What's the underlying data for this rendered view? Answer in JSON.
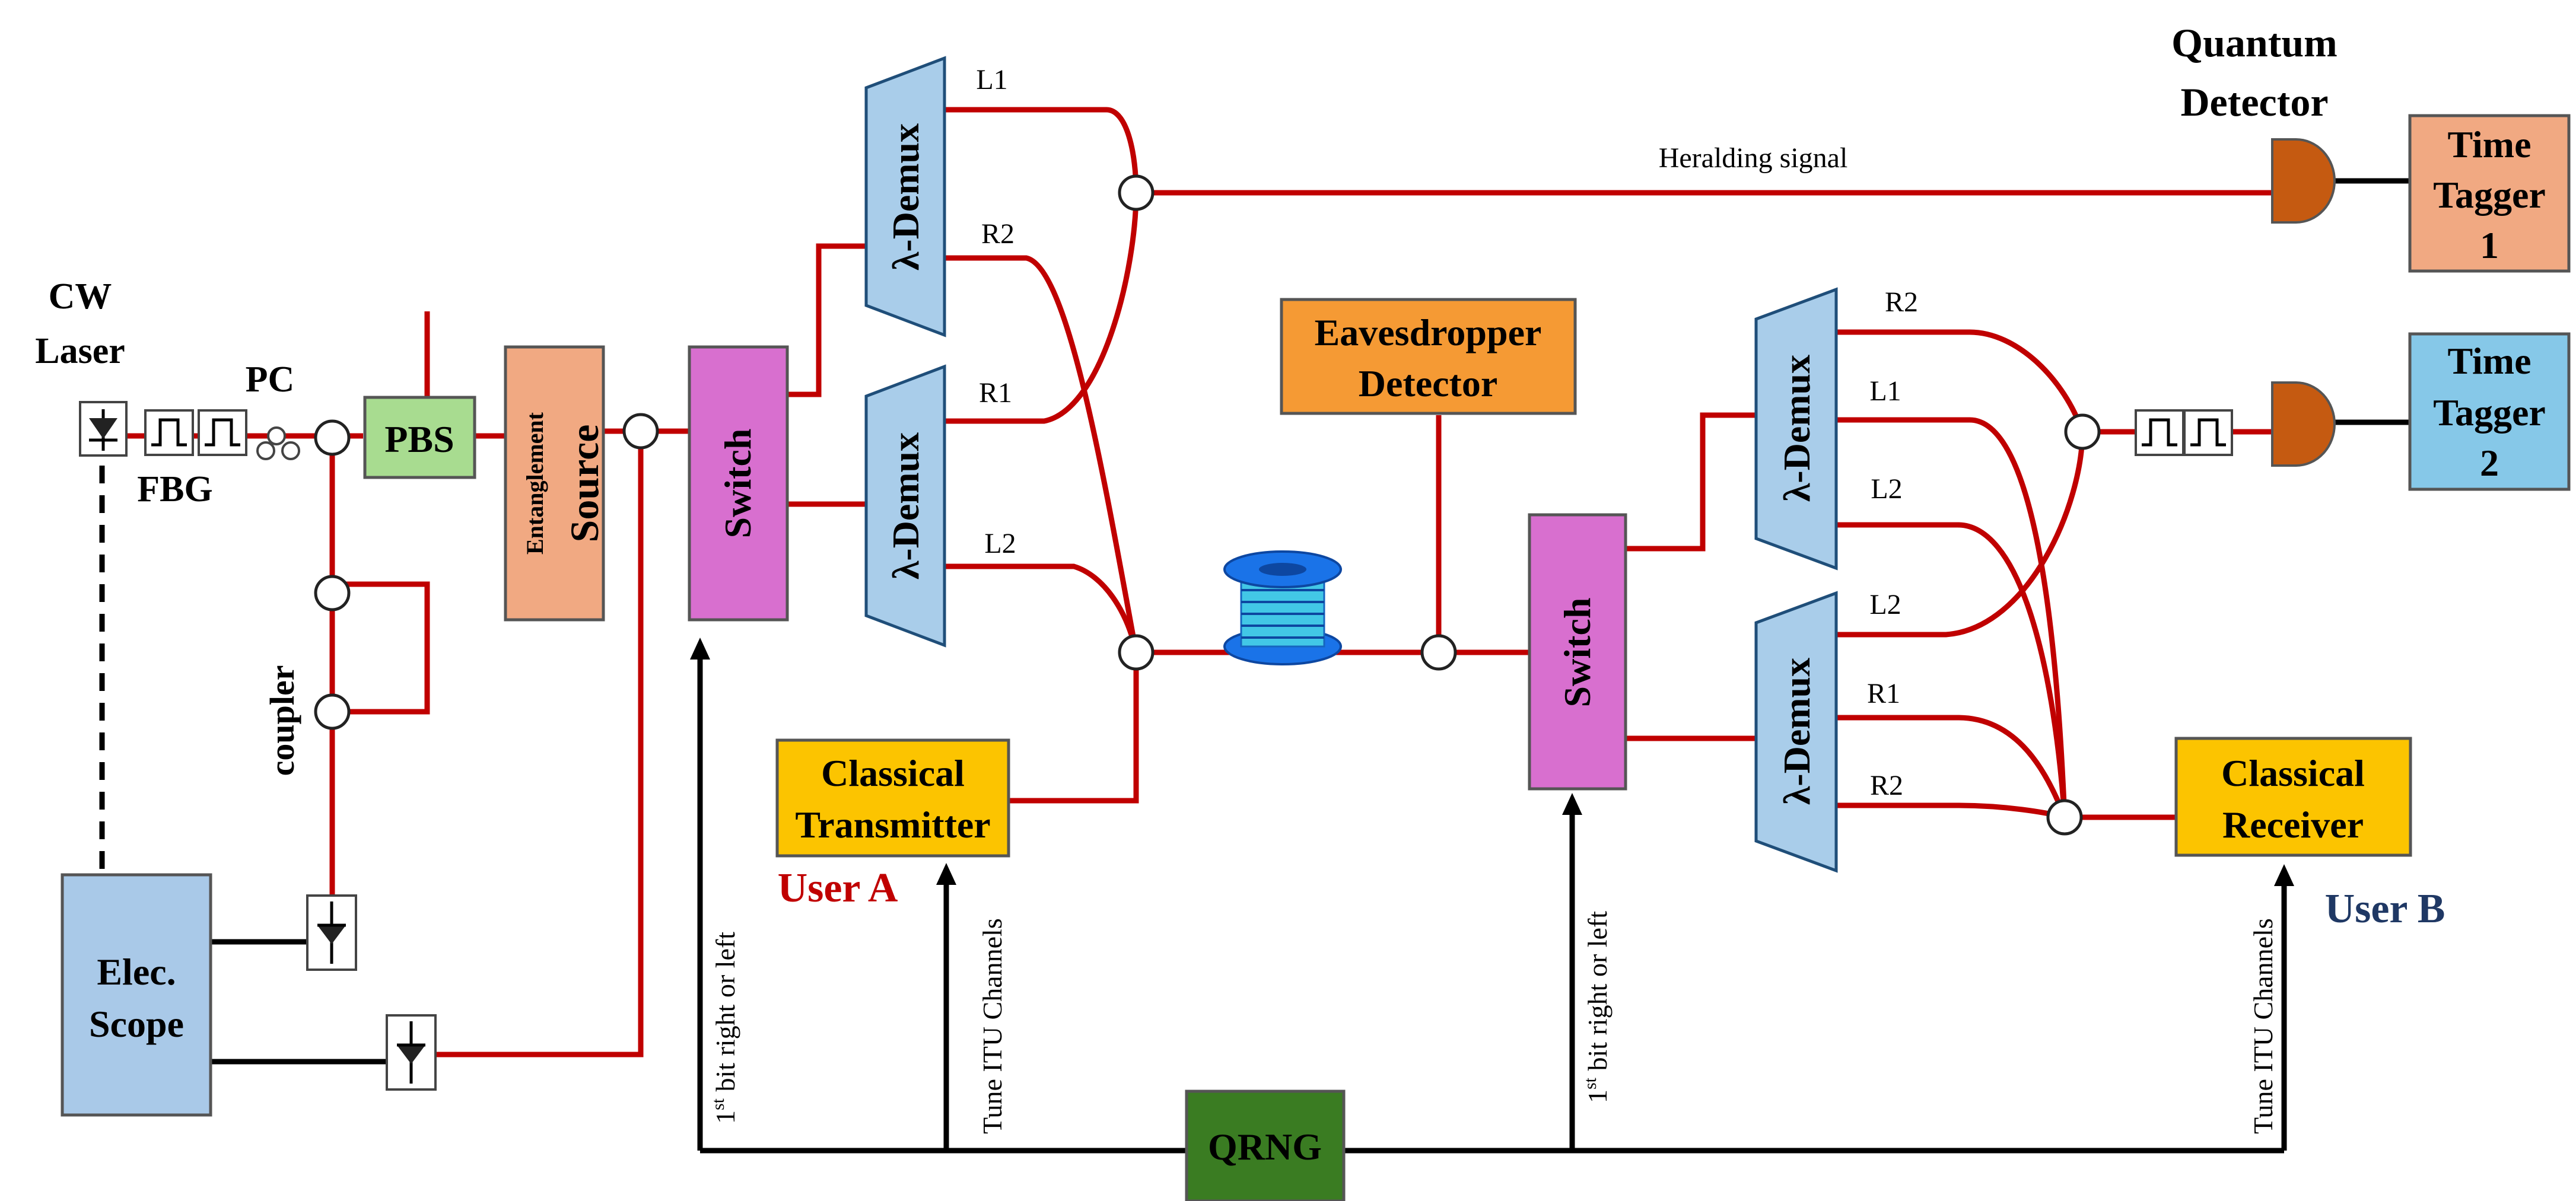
{
  "labels": {
    "cw_laser_1": "CW",
    "cw_laser_2": "Laser",
    "fbg": "FBG",
    "pc": "PC",
    "pbs": "PBS",
    "source_small": "Entanglement",
    "source_big": "Source",
    "switch_a": "Switch",
    "switch_b": "Switch",
    "demux": "λ-Demux",
    "coupler": "coupler",
    "elec_scope_1": "Elec.",
    "elec_scope_2": "Scope",
    "eavesdropper_1": "Eavesdropper",
    "eavesdropper_2": "Detector",
    "classical_tx_1": "Classical",
    "classical_tx_2": "Transmitter",
    "classical_rx_1": "Classical",
    "classical_rx_2": "Receiver",
    "user_a": "User A",
    "user_b": "User B",
    "qrng": "QRNG",
    "quantum_detector_1": "Quantum",
    "quantum_detector_2": "Detector",
    "time_tagger_1_line1": "Time",
    "time_tagger_1_line2": "Tagger",
    "time_tagger_1_line3": "1",
    "time_tagger_2_line1": "Time",
    "time_tagger_2_line2": "Tagger",
    "time_tagger_2_line3": "2",
    "heralding_signal": "Heralding signal",
    "bit_prefix": "1",
    "bit_sup": "st",
    "bit_rest": " bit right or left",
    "tune_itu": "Tune ITU Channels",
    "ch_L1": "L1",
    "ch_R2": "R2",
    "ch_R1": "R1",
    "ch_L2": "L2"
  },
  "colors": {
    "fiber": "#c00000",
    "electrical": "#000000",
    "switch_fill": "#d86fcf",
    "demux_fill": "#a9cdea",
    "source_fill": "#f1a982",
    "pbs_fill": "#a8dc90",
    "scope_fill": "#a9c9e8",
    "eavesdropper_fill": "#f59a34",
    "classical_fill": "#fcc400",
    "qrng_fill": "#3a7c22",
    "tagger1_fill": "#f1a982",
    "tagger2_fill": "#86c8e8",
    "detector_fill": "#c55a11",
    "user_a_color": "#c00000",
    "user_b_color": "#1f3864"
  }
}
